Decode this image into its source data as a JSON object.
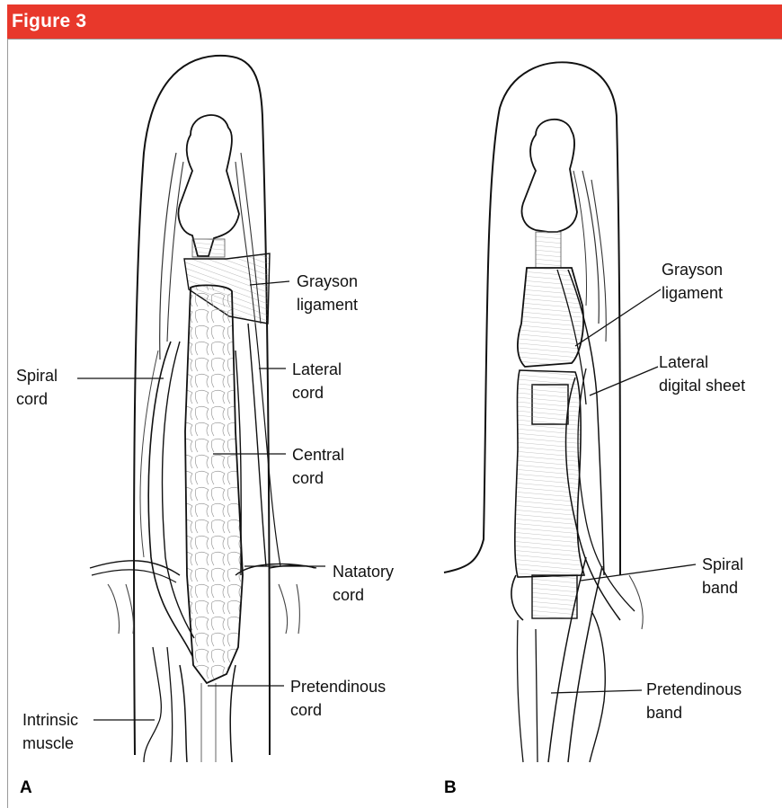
{
  "figure": {
    "title": "Figure 3",
    "accent_color": "#e8382b"
  },
  "panels": [
    {
      "letter": "A",
      "labels": [
        {
          "key": "grayson",
          "line1": "Grayson",
          "line2": "ligament"
        },
        {
          "key": "spiral",
          "line1": "Spiral",
          "line2": "cord"
        },
        {
          "key": "lateral",
          "line1": "Lateral",
          "line2": "cord"
        },
        {
          "key": "central",
          "line1": "Central",
          "line2": "cord"
        },
        {
          "key": "natatory",
          "line1": "Natatory",
          "line2": "cord"
        },
        {
          "key": "intrinsic",
          "line1": "Intrinsic",
          "line2": "muscle"
        },
        {
          "key": "pretendinous",
          "line1": "Pretendinous",
          "line2": "cord"
        }
      ]
    },
    {
      "letter": "B",
      "labels": [
        {
          "key": "grayson",
          "line1": "Grayson",
          "line2": "ligament"
        },
        {
          "key": "lateral",
          "line1": "Lateral",
          "line2": "digital sheet"
        },
        {
          "key": "spiral",
          "line1": "Spiral",
          "line2": "band"
        },
        {
          "key": "pretendinous",
          "line1": "Pretendinous",
          "line2": "band"
        }
      ]
    }
  ]
}
